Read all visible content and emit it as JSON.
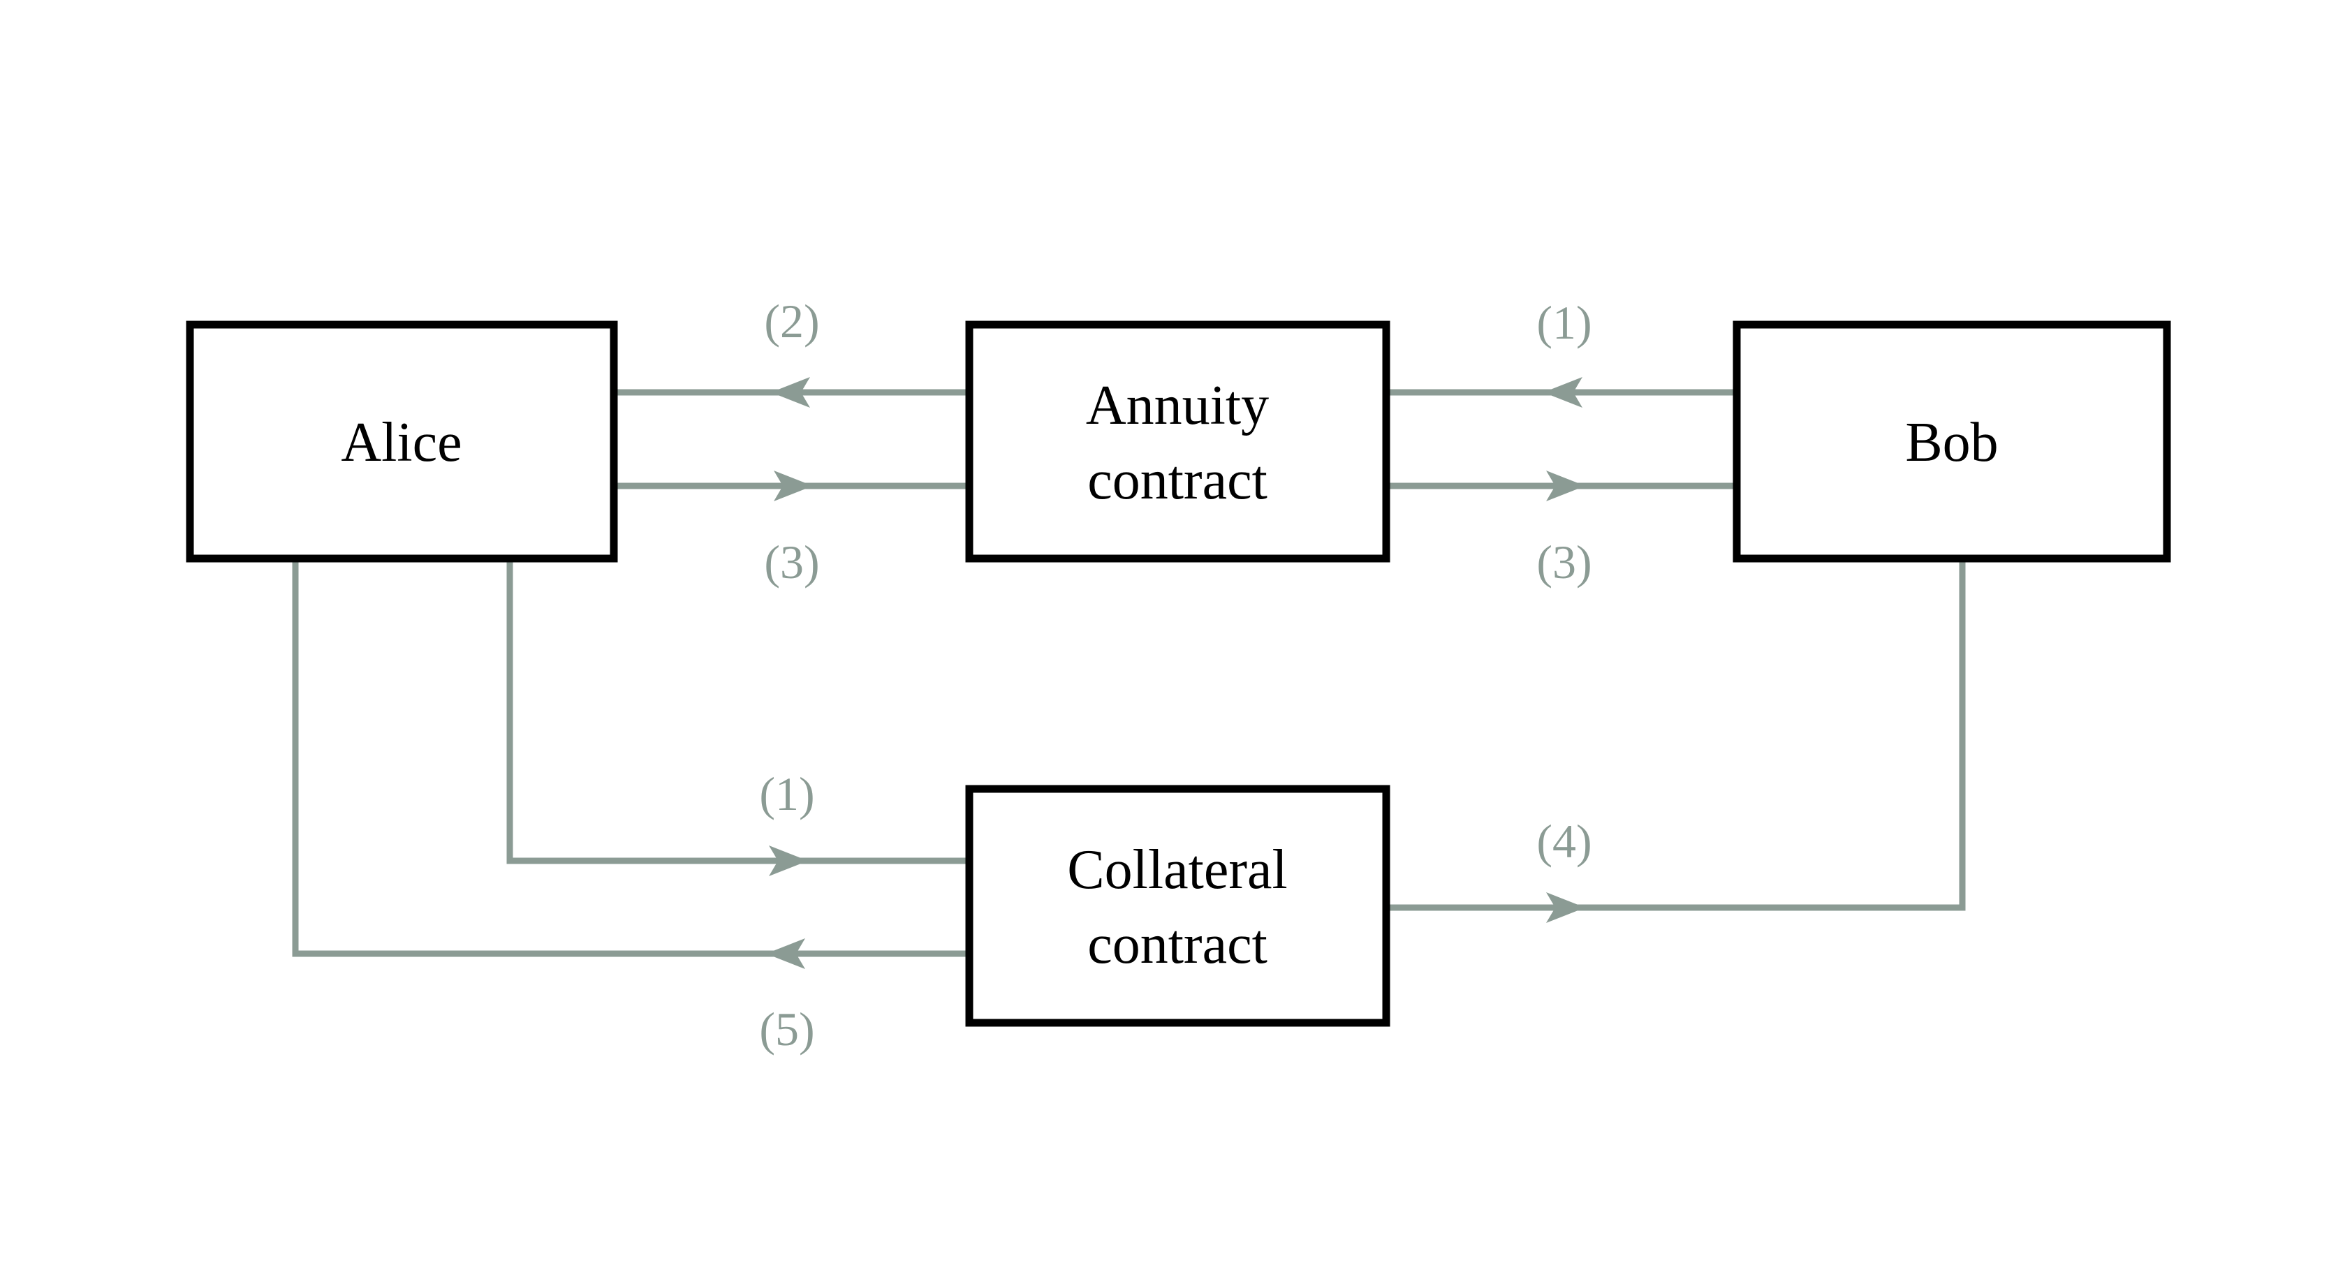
{
  "diagram": {
    "colors": {
      "background": "#ffffff",
      "box_border": "#000000",
      "box_fill": "#ffffff",
      "node_text": "#000000",
      "arrow": "#8B9B94"
    },
    "nodes": [
      {
        "id": "alice",
        "lines": [
          "Alice"
        ]
      },
      {
        "id": "annuity-contract",
        "lines": [
          "Annuity",
          "contract"
        ]
      },
      {
        "id": "bob",
        "lines": [
          "Bob"
        ]
      },
      {
        "id": "collateral-contract",
        "lines": [
          "Collateral",
          "contract"
        ]
      }
    ],
    "edges": [
      {
        "label": "(1)",
        "from": "Bob",
        "to": "Annuity contract",
        "position": "top-right-upper",
        "direction": "left"
      },
      {
        "label": "(2)",
        "from": "Annuity contract",
        "to": "Alice",
        "position": "top-left-upper",
        "direction": "left"
      },
      {
        "label": "(3)",
        "from": "Alice",
        "to": "Annuity contract",
        "position": "top-left-lower",
        "direction": "right"
      },
      {
        "label": "(3)",
        "from": "Annuity contract",
        "to": "Bob",
        "position": "top-right-lower",
        "direction": "right"
      },
      {
        "label": "(1)",
        "from": "Alice",
        "to": "Collateral contract",
        "position": "bottom-left-upper",
        "direction": "right"
      },
      {
        "label": "(5)",
        "from": "Collateral contract",
        "to": "Alice",
        "position": "bottom-left-lower",
        "direction": "left"
      },
      {
        "label": "(4)",
        "from": "Collateral contract",
        "to": "Bob",
        "position": "bottom-right",
        "direction": "right"
      }
    ]
  }
}
